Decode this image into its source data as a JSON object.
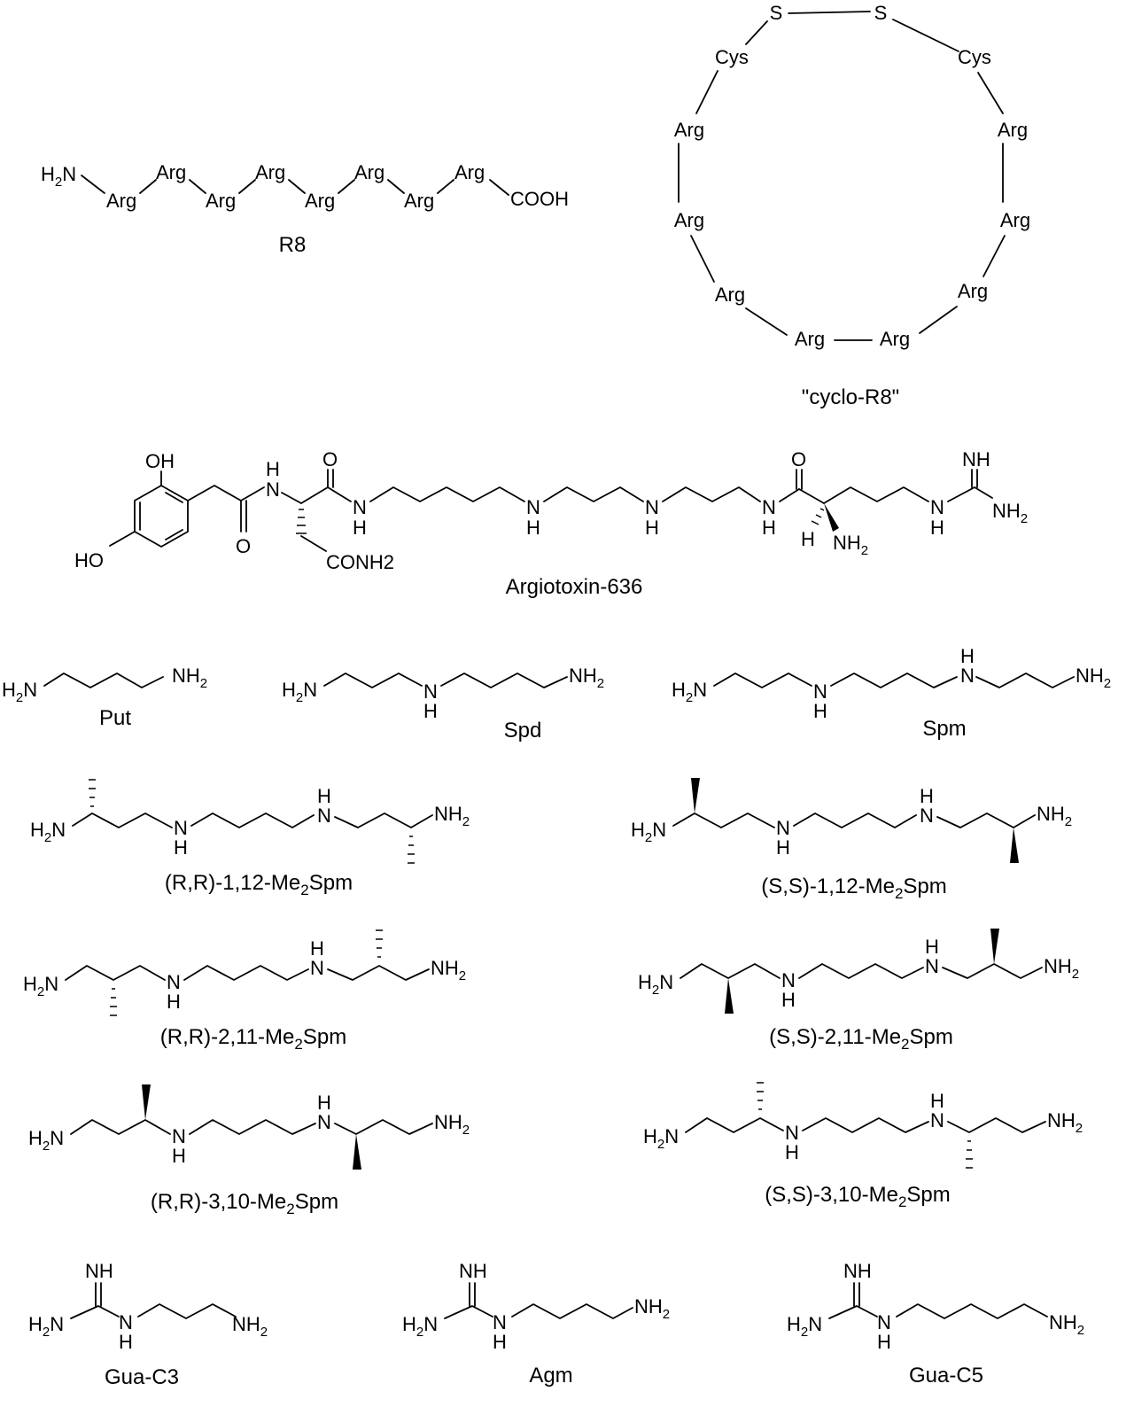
{
  "r8": {
    "label": "R8",
    "n_term": "H2N",
    "residues": [
      "Arg",
      "Arg",
      "Arg",
      "Arg",
      "Arg",
      "Arg",
      "Arg",
      "Arg"
    ],
    "c_term": "COOH"
  },
  "cyclo_r8": {
    "label": "\"cyclo-R8\"",
    "residues": [
      "S",
      "S",
      "Cys",
      "Cys",
      "Arg",
      "Arg",
      "Arg",
      "Arg",
      "Arg",
      "Arg",
      "Arg",
      "Arg"
    ]
  },
  "argiotoxin": {
    "label": "Argiotoxin-636",
    "atoms": [
      "OH",
      "HO",
      "O",
      "O",
      "O",
      "N",
      "H",
      "N",
      "H",
      "N",
      "H",
      "N",
      "H",
      "N",
      "H",
      "H",
      "NH2",
      "CONH2",
      "NH",
      "NH2",
      "N",
      "H"
    ]
  },
  "polyamines": {
    "put": {
      "label": "Put",
      "atoms": [
        "H2N",
        "NH2"
      ]
    },
    "spd": {
      "label": "Spd",
      "atoms": [
        "H2N",
        "N",
        "H",
        "NH2"
      ]
    },
    "spm": {
      "label": "Spm",
      "atoms": [
        "H2N",
        "N",
        "H",
        "N",
        "H",
        "NH2"
      ]
    }
  },
  "dimethyl_spermines": [
    {
      "label": "(R,R)-1,12-Me2Spm",
      "prefix": "(R,R)-1,12-Me",
      "sub": "2",
      "suffix": "Spm"
    },
    {
      "label": "(S,S)-1,12-Me2Spm",
      "prefix": "(S,S)-1,12-Me",
      "sub": "2",
      "suffix": "Spm"
    },
    {
      "label": "(R,R)-2,11-Me2Spm",
      "prefix": "(R,R)-2,11-Me",
      "sub": "2",
      "suffix": "Spm"
    },
    {
      "label": "(S,S)-2,11-Me2Spm",
      "prefix": "(S,S)-2,11-Me",
      "sub": "2",
      "suffix": "Spm"
    },
    {
      "label": "(R,R)-3,10-Me2Spm",
      "prefix": "(R,R)-3,10-Me",
      "sub": "2",
      "suffix": "Spm"
    },
    {
      "label": "(S,S)-3,10-Me2Spm",
      "prefix": "(S,S)-3,10-Me",
      "sub": "2",
      "suffix": "Spm"
    }
  ],
  "guanidines": [
    {
      "label": "Gua-C3",
      "atoms": [
        "NH",
        "H2N",
        "N",
        "H",
        "NH2"
      ]
    },
    {
      "label": "Agm",
      "atoms": [
        "NH",
        "H2N",
        "N",
        "H",
        "NH2"
      ]
    },
    {
      "label": "Gua-C5",
      "atoms": [
        "NH",
        "H2N",
        "N",
        "H",
        "NH2"
      ]
    }
  ]
}
